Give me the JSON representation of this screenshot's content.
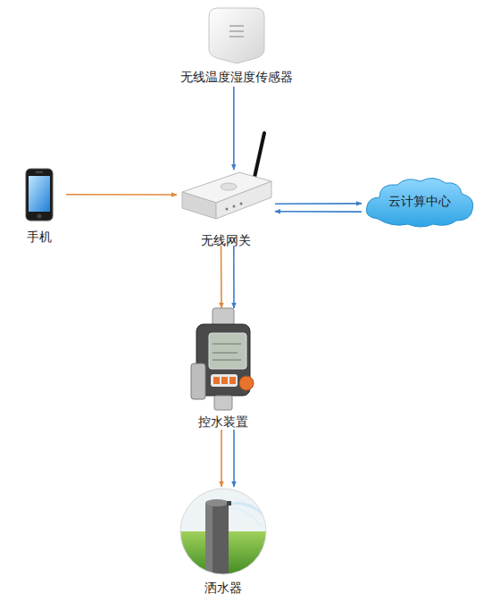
{
  "diagram": {
    "nodes": [
      {
        "text": [
          "无线温度湿度传感器"
        ]
      },
      {
        "text": [
          "手机"
        ]
      },
      {
        "text": [
          "无线网关"
        ]
      },
      {
        "text": [
          "云计算中心"
        ]
      },
      {
        "text": [
          "控水装置"
        ]
      },
      {
        "text": [
          "洒水器"
        ]
      }
    ],
    "edges": [
      {
        "from": 0,
        "to": 2,
        "arrow": "to"
      },
      {
        "from": 1,
        "to": 2,
        "arrow": "to"
      },
      {
        "from": 2,
        "to": 3,
        "arrow": "to"
      },
      {
        "from": 3,
        "to": 2,
        "arrow": "to"
      },
      {
        "from": 2,
        "to": 4,
        "arrow": "to"
      },
      {
        "from": 2,
        "to": 4,
        "arrow": "to"
      },
      {
        "from": 4,
        "to": 5,
        "arrow": "to"
      },
      {
        "from": 4,
        "to": 5,
        "arrow": "to"
      }
    ]
  }
}
